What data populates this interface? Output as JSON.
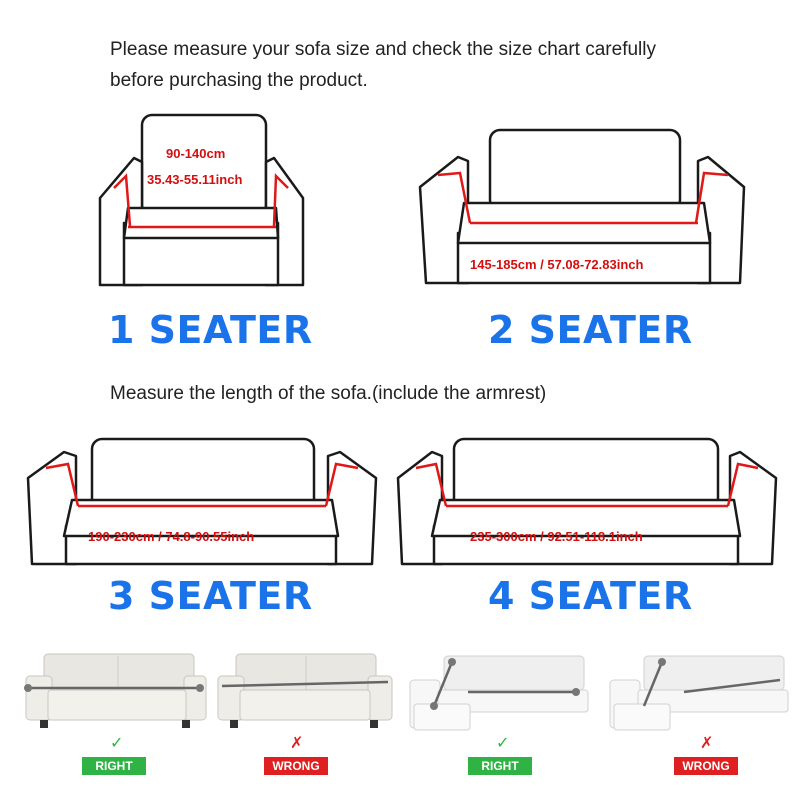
{
  "instructions": {
    "line1": "Please measure your sofa size and check the size chart carefully",
    "line2": "before purchasing the product.",
    "armrest_note": "Measure the length of the sofa.(include the armrest)"
  },
  "sizes": {
    "one_seater": {
      "label": "1 SEATER",
      "cm": "90-140cm",
      "inch": "35.43-55.11inch"
    },
    "two_seater": {
      "label": "2 SEATER",
      "range": "145-185cm / 57.08-72.83inch"
    },
    "three_seater": {
      "label": "3 SEATER",
      "range": "190-230cm / 74.8-90.55inch"
    },
    "four_seater": {
      "label": "4 SEATER",
      "range": "235-300cm / 92.51-118.1inch"
    }
  },
  "examples": [
    {
      "label": "RIGHT",
      "mark": "✓",
      "status": "right"
    },
    {
      "label": "WRONG",
      "mark": "✗",
      "status": "wrong"
    },
    {
      "label": "RIGHT",
      "mark": "✓",
      "status": "right"
    },
    {
      "label": "WRONG",
      "mark": "✗",
      "status": "wrong"
    }
  ],
  "colors": {
    "heading_blue": "#1a73e8",
    "dimension_red": "#d20f0f",
    "right_green": "#2fb344",
    "wrong_red": "#e02020"
  }
}
